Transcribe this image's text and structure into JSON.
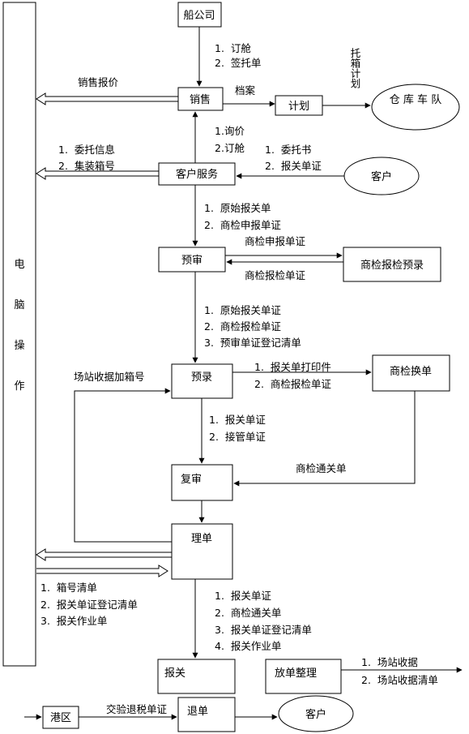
{
  "side_panel": {
    "label_chars": [
      "电",
      "脑",
      "操",
      "作"
    ]
  },
  "nodes": {
    "ship_company": "船公司",
    "sales": "销售",
    "plan": "计划",
    "warehouse_fleet": "仓 库 车 队",
    "customer_service": "客户服务",
    "customer_top": "客户",
    "pre_review": "预审",
    "inspection_preentry": "商检报检预录",
    "pre_entry": "预录",
    "inspection_exchange": "商检换单",
    "re_review": "复审",
    "processing": "理单",
    "declaration": "报关",
    "dispatch": "放单整理",
    "port_area": "港区",
    "return_docs": "退单",
    "customer_bottom": "客户"
  },
  "labels": {
    "ship_to_sales": [
      "订舱",
      "签托单"
    ],
    "sales_quote": "销售报价",
    "archive": "档案",
    "consign_vertical": "托箱计划",
    "cs_to_sales": [
      "询价",
      "订舱"
    ],
    "customer_to_cs": [
      "委托书",
      "报关单证"
    ],
    "cs_to_computer": [
      "委托信息",
      "集装箱号"
    ],
    "cs_to_prereview": [
      "原始报关单",
      "商检申报单证"
    ],
    "inspection_apply": "商检申报单证",
    "inspection_report": "商检报检单证",
    "prereview_to_preentry": [
      "原始报关单证",
      "商检报检单证",
      "预审单证登记清单"
    ],
    "preentry_to_exchange": [
      "报关单打印件",
      "商检报检单证"
    ],
    "yard_receipt_box": "场站收据加箱号",
    "preentry_to_rereview": [
      "报关单证",
      "接管单证"
    ],
    "customs_clearance": "商检通关单",
    "processing_to_computer": [
      "箱号清单",
      "报关单证登记清单",
      "报关作业单"
    ],
    "processing_to_declaration": [
      "报关单证",
      "商检通关单",
      "报关单证登记清单",
      "报关作业单"
    ],
    "dispatch_out": [
      "场站收据",
      "场站收据清单"
    ],
    "port_to_return": "交验退税单证"
  }
}
